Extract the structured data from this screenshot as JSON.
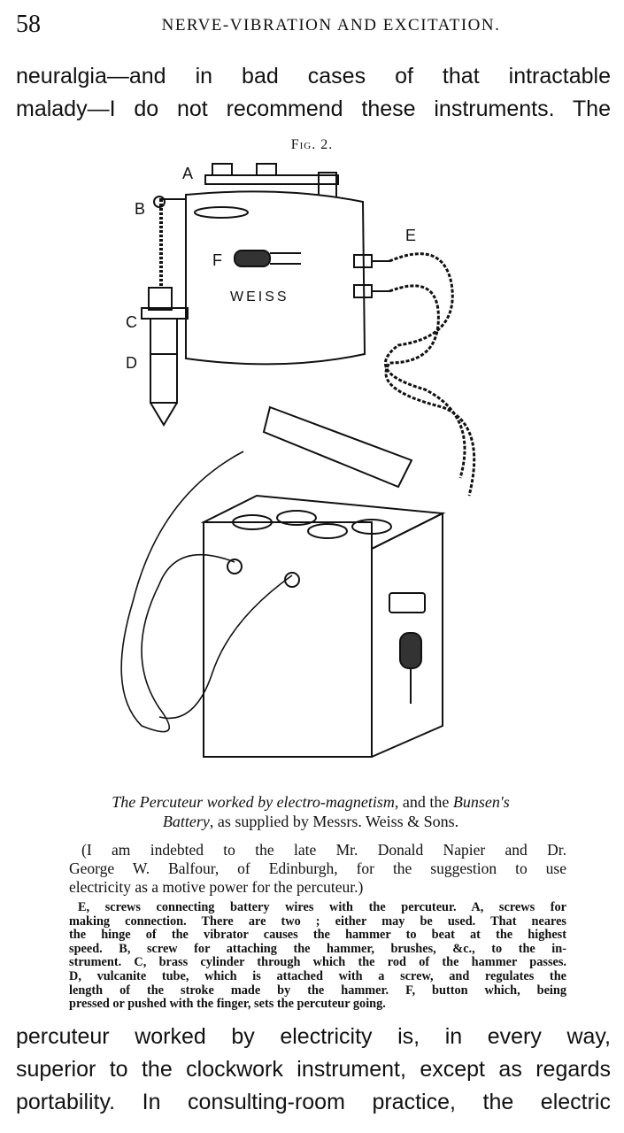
{
  "header": {
    "page_number": "58",
    "running_title": "NERVE-VIBRATION AND EXCITATION."
  },
  "top_text": [
    "neuralgia—and in bad cases of that intractable",
    "malady—I do not recommend these instruments. The"
  ],
  "figure": {
    "label": "Fig. 2.",
    "callouts": {
      "a": "A",
      "b": "B",
      "c": "C",
      "d": "D",
      "e": "E",
      "f": "F"
    },
    "brand": "WEISS"
  },
  "caption": {
    "italic_1": "The Percuteur worked by electro-magnetism",
    "plain_1": ", and the ",
    "italic_2": "Bunsen's",
    "italic_3": "Battery",
    "plain_2": ", as supplied by Messrs. Weiss & Sons."
  },
  "paragraph": [
    "(I am indebted to the late Mr. Donald Napier and Dr.",
    "George W. Balfour, of Edinburgh, for the suggestion to use",
    "electricity as a motive power for the percuteur.)"
  ],
  "note": [
    "E, screws connecting battery wires with the percuteur. A, screws for",
    "making connection. There are two ; either may be used. That neares",
    "the hinge of the vibrator causes the hammer to beat at the highest",
    "speed. B, screw for attaching the hammer, brushes, &c., to the in-",
    "strument. C, brass cylinder through which the rod of the hammer passes.",
    "D, vulcanite tube, which is attached with a screw, and regulates the",
    "length of the stroke made by the hammer. F, button which, being",
    "pressed or pushed with the finger, sets the percuteur going."
  ],
  "bottom_text": [
    "percuteur worked by electricity is, in every way,",
    "superior to the clockwork instrument, except as regards",
    "portability. In consulting-room practice, the electric"
  ]
}
